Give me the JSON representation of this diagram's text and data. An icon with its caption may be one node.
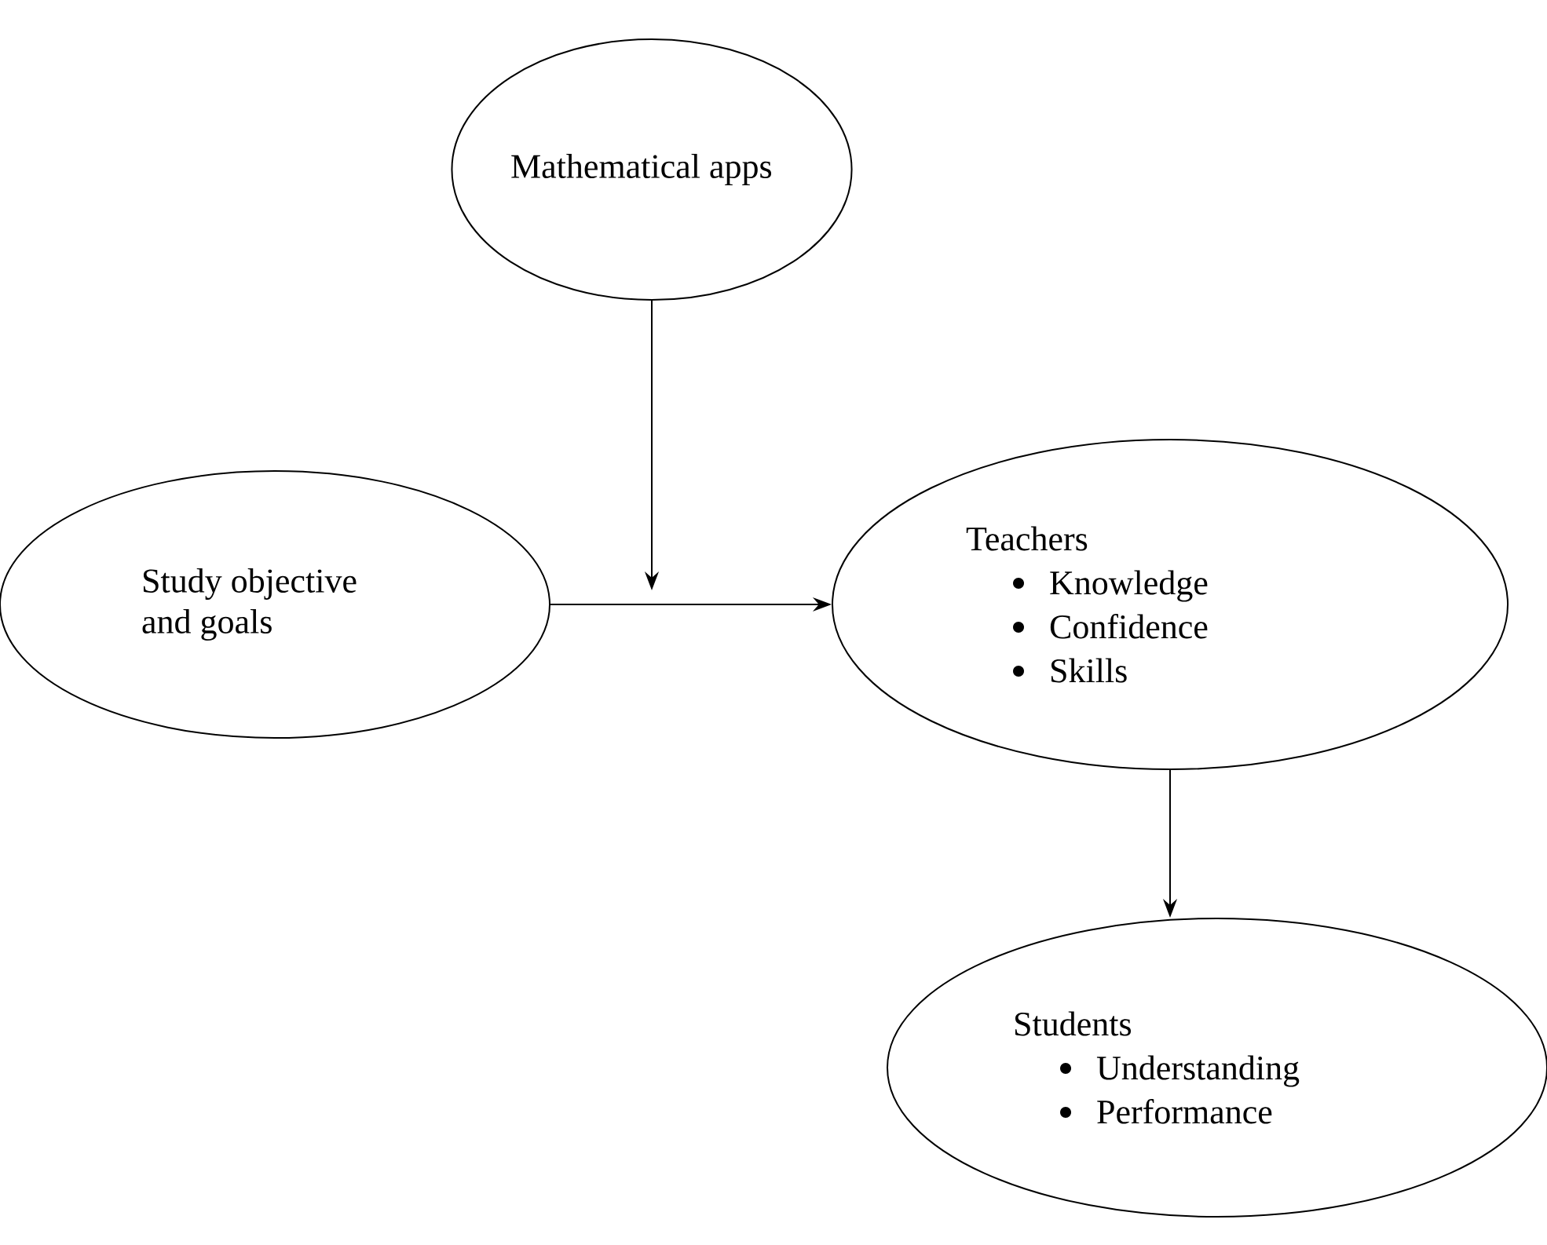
{
  "diagram": {
    "nodes": [
      {
        "text": [
          "Mathematical apps"
        ]
      },
      {
        "text": [
          "Study objective and goals"
        ]
      },
      {
        "text": [
          "Teachers",
          "Knowledge",
          "Confidence",
          "Skills"
        ]
      },
      {
        "text": [
          "Students",
          "Understanding",
          "Performance"
        ]
      }
    ],
    "edges": [
      {
        "from": 0,
        "to": null,
        "arrow": "to"
      },
      {
        "from": 1,
        "to": 2,
        "arrow": "to"
      },
      {
        "from": 2,
        "to": 3,
        "arrow": "to"
      }
    ]
  }
}
